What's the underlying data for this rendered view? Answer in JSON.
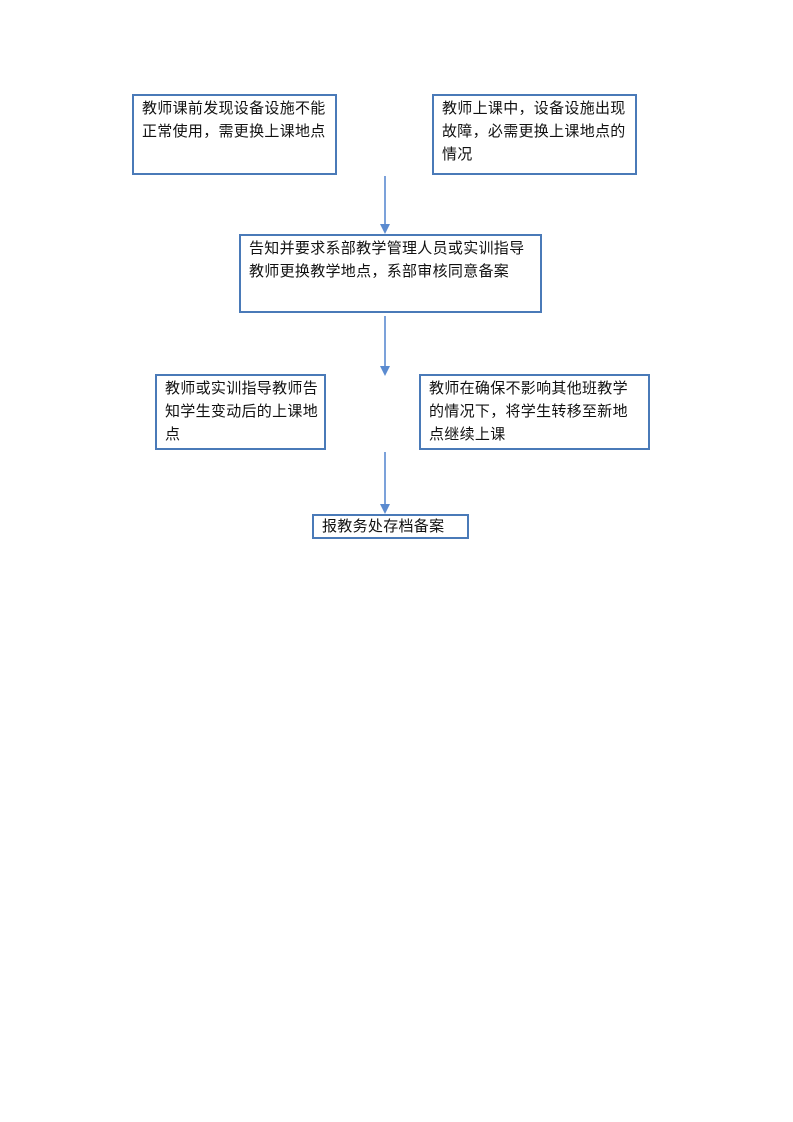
{
  "flowchart": {
    "nodes": {
      "teacher_before_class": "教师课前发现设备设施不能正常使用，需更换上课地点",
      "teacher_during_class": "教师上课中，设备设施出现故障，必需更换上课地点的情况",
      "notify_department": "告知并要求系部教学管理人员或实训指导教师更换教学地点，系部审核同意备案",
      "notify_students": "教师或实训指导教师告知学生变动后的上课地点",
      "transfer_students": "教师在确保不影响其他班教学的情况下，将学生转移至新地点继续上课",
      "report_archive": "报教务处存档备案"
    },
    "colors": {
      "border": "#4a7ab8",
      "arrow": "#5b8bd0",
      "text": "#111111"
    }
  }
}
